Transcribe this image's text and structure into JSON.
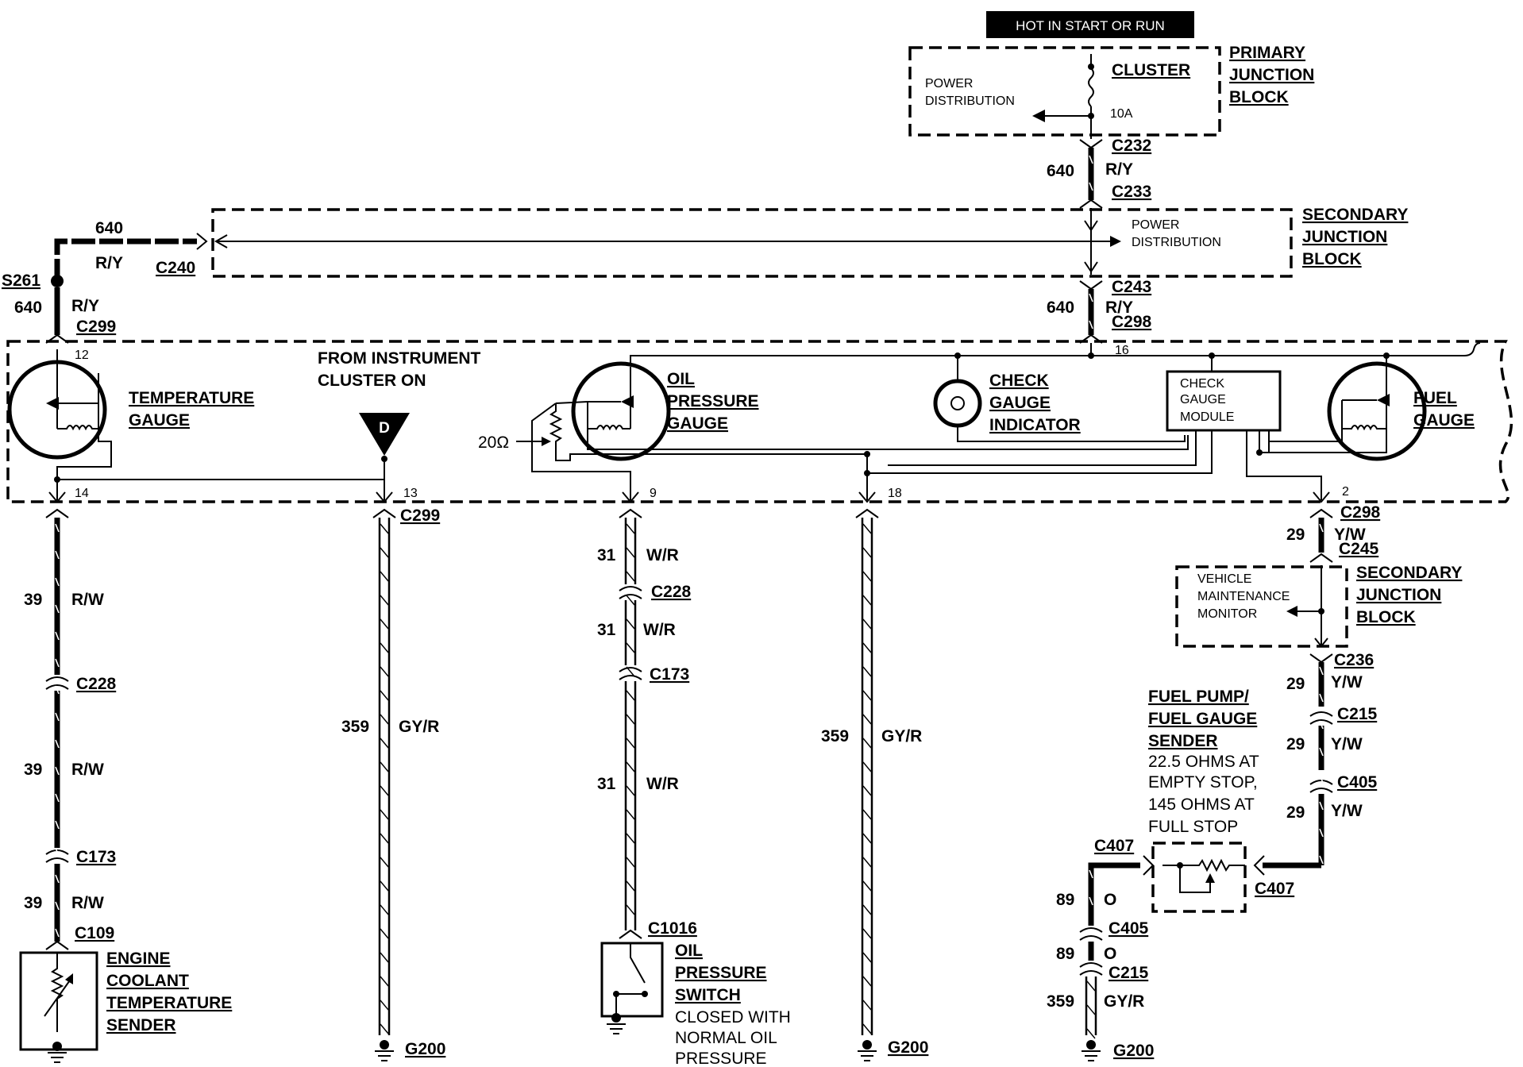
{
  "banner": "HOT IN START OR RUN",
  "primary_block": {
    "title": [
      "PRIMARY",
      "JUNCTION",
      "BLOCK"
    ],
    "power_distribution": [
      "POWER",
      "DISTRIBUTION"
    ],
    "cluster": "CLUSTER",
    "fuse": "10A"
  },
  "secondary_block_top": {
    "title": [
      "SECONDARY",
      "JUNCTION",
      "BLOCK"
    ],
    "power_distribution": [
      "POWER",
      "DISTRIBUTION"
    ]
  },
  "secondary_block_bottom": {
    "title": [
      "SECONDARY",
      "JUNCTION",
      "BLOCK"
    ],
    "vmm": [
      "VEHICLE",
      "MAINTENANCE",
      "MONITOR"
    ]
  },
  "connectors": {
    "c232": "C232",
    "c233": "C233",
    "c240": "C240",
    "c243": "C243",
    "c298_top": "C298",
    "c299_left": "C299",
    "c299_bottom": "C299",
    "c298_right": "C298",
    "c245": "C245",
    "c236": "C236",
    "c215_right": "C215",
    "c405_right": "C405",
    "c407_left": "C407",
    "c407_right": "C407",
    "c405_left": "C405",
    "c215_left": "C215",
    "c228_left": "C228",
    "c173_left": "C173",
    "c109": "C109",
    "c228_mid": "C228",
    "c173_mid": "C173",
    "c1016": "C1016",
    "s261": "S261"
  },
  "circuits": {
    "w640_top": "640",
    "ry_top": "R/Y",
    "w640_horiz": "640",
    "ry_horiz": "R/Y",
    "w640_left": "640",
    "ry_left": "R/Y",
    "w640_mid": "640",
    "ry_mid": "R/Y",
    "w39_a": "39",
    "rw_a": "R/W",
    "w39_b": "39",
    "rw_b": "R/W",
    "w39_c": "39",
    "rw_c": "R/W",
    "w359_a": "359",
    "gyr_a": "GY/R",
    "w31_a": "31",
    "wr_a": "W/R",
    "w31_b": "31",
    "wr_b": "W/R",
    "w31_c": "31",
    "wr_c": "W/R",
    "w359_b": "359",
    "gyr_b": "GY/R",
    "w29_a": "29",
    "yw_a": "Y/W",
    "w29_b": "29",
    "yw_b": "Y/W",
    "w29_c": "29",
    "yw_c": "Y/W",
    "w29_d": "29",
    "yw_d": "Y/W",
    "w89_a": "89",
    "o_a": "O",
    "w89_b": "89",
    "o_b": "O",
    "w359_c": "359",
    "gyr_c": "GY/R"
  },
  "pins": {
    "p12": "12",
    "p14": "14",
    "p13": "13",
    "p9": "9",
    "p18": "18",
    "p16": "16",
    "p2": "2"
  },
  "cluster": {
    "from_cluster": [
      "FROM INSTRUMENT",
      "CLUSTER ON"
    ],
    "d_marker": "D",
    "temp_gauge": [
      "TEMPERATURE",
      "GAUGE"
    ],
    "oil_gauge": [
      "OIL",
      "PRESSURE",
      "GAUGE"
    ],
    "resistor": "20Ω",
    "check_indicator": [
      "CHECK",
      "GAUGE",
      "INDICATOR"
    ],
    "check_module": [
      "CHECK",
      "GAUGE",
      "MODULE"
    ],
    "fuel_gauge": [
      "FUEL",
      "GAUGE"
    ]
  },
  "components": {
    "ect_sender": [
      "ENGINE",
      "COOLANT",
      "TEMPERATURE",
      "SENDER"
    ],
    "oil_switch": [
      "OIL",
      "PRESSURE",
      "SWITCH"
    ],
    "oil_switch_note": [
      "CLOSED WITH",
      "NORMAL OIL",
      "PRESSURE"
    ],
    "fuel_sender": [
      "FUEL PUMP/",
      "FUEL GAUGE",
      "SENDER"
    ],
    "fuel_sender_note": [
      "22.5 OHMS AT",
      "EMPTY STOP,",
      "145 OHMS AT",
      "FULL STOP"
    ]
  },
  "grounds": {
    "g1": "G200",
    "g2": "G200",
    "g3": "G200"
  }
}
